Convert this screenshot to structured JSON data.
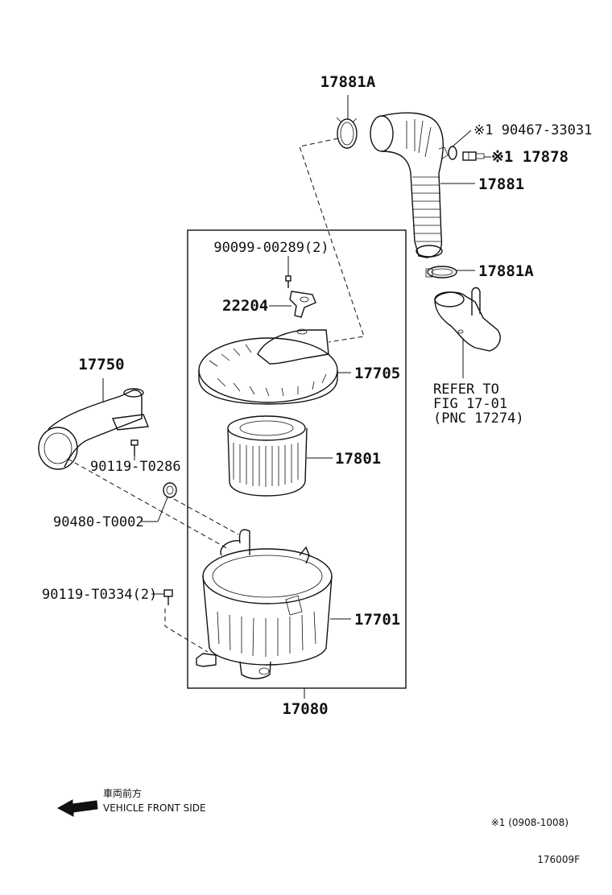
{
  "labels": {
    "p17881A_top": "17881A",
    "p90467": "※1 90467-33031",
    "p17878": "※1 17878",
    "p17881": "17881",
    "p17881A_bottom": "17881A",
    "p90099": "90099-00289(2)",
    "p22204": "22204",
    "p17705": "17705",
    "p17750": "17750",
    "p17801": "17801",
    "p90119_T0286": "90119-T0286",
    "p90480": "90480-T0002",
    "p90119_T0334": "90119-T0334(2)",
    "p17701": "17701",
    "p17080": "17080",
    "refer_line1": "REFER TO",
    "refer_line2": "FIG 17-01",
    "refer_line3": "(PNC 17274)"
  },
  "footer": {
    "direction_jp": "車両前方",
    "direction_en": "VEHICLE FRONT SIDE",
    "note": "※1 (0908-1008)",
    "figure_id": "176009F"
  }
}
